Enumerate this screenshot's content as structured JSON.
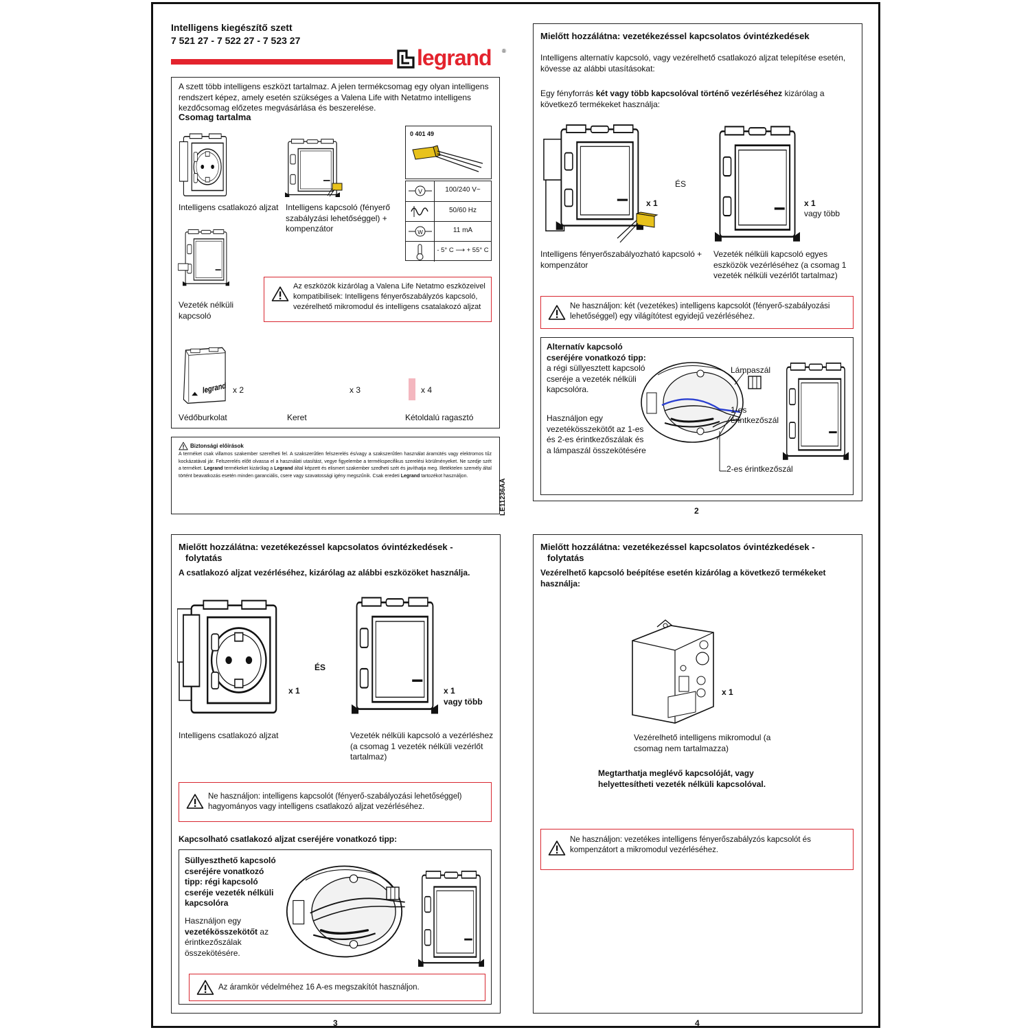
{
  "header": {
    "title": "Intelligens kiegészítő szett",
    "codes": "7 521 27 - 7 522 27 - 7 523 27",
    "brand": "legrand",
    "brand_mark": "®",
    "brand_color": "#e3232d"
  },
  "page1": {
    "intro": "A szett több intelligens eszközt tartalmaz. A jelen termékcsomag egy olyan intelligens rendszert képez, amely esetén szükséges a Valena Life with Netatmo intelligens kezdőcsomag előzetes megvásárlása és beszerelése.",
    "contents_title": "Csomag tartalma",
    "items": {
      "socket": "Intelligens csatlakozó aljzat",
      "switch": "Intelligens kapcsoló (fényerő szabályzási lehetőséggel) + kompenzátor",
      "wireless": "Vezeték nélküli kapcsoló",
      "cover": "Védőburkolat",
      "frame": "Keret",
      "tape": "Kétoldalú ragasztó"
    },
    "qty": {
      "cover": "x 2",
      "frame": "x 3",
      "tape": "x 4"
    },
    "compensator_code": "0 401 49",
    "specs": [
      "100/240 V~",
      "50/60 Hz",
      "11 mA",
      "- 5° C ⟶ + 55° C"
    ],
    "compat_warning": "Az eszközök kizárólag a Valena Life Netatmo eszközeivel kompatibilisek: Intelligens fényerőszabályzós kapcsoló, vezérelhető mikromodul és intelligens csatalakozó aljzat",
    "safety_title": "Biztonsági előírások",
    "safety_p1": "A terméket csak villamos szakember szerelheti fel. A szakszerűtlen felszerelés és/vagy a szakszerűtlen használat áramütés vagy elektromos tűz kockázatával jár. Felszerelés előtt olvassa el a használati utasítást, vegye figyelembe a termékspecifikus szerelési körülményeket. Ne szedje szét a terméket.",
    "safety_b1": "Legrand",
    "safety_p2": "termékeket kizárólag a",
    "safety_b2": "Legrand",
    "safety_p3": "által képzett és elismert szakember szedheti szét és javíthatja meg. Illetéktelen személy által történt beavatkozás esetén minden garanciális, csere vagy szavatossági igény megszűnik. Csak eredeti",
    "safety_b3": "Legrand",
    "safety_p4": "tartozékot használjon.",
    "doc_code": "LE11236AA"
  },
  "page2": {
    "title": "Mielőtt hozzálátna: vezetékezéssel kapcsolatos óvintézkedések",
    "intro": "Intelligens alternatív kapcsoló, vagy vezérelhető csatlakozó aljzat telepítése esetén, kövesse az alábbi utasításokat:",
    "lead_a": "Egy fényforrás",
    "lead_b": "két vagy több kapcsolóval történő vezérléséhez",
    "lead_c": "kizárólag a következő termékeket használja:",
    "and": "ÉS",
    "qty1": "x 1",
    "qty2": "x 1",
    "or_more": "vagy több",
    "cap_left": "Intelligens fényerőszabályozható kapcsoló + kompenzátor",
    "cap_right": "Vezeték nélküli kapcsoló egyes eszközök vezérléséhez (a csomag 1 vezeték nélküli vezérlőt tartalmaz)",
    "warning": "Ne használjon: két (vezetékes) intelligens kapcsolót (fényerő-szabályozási lehetőséggel) egy világítótest egyidejű vezérléséhez.",
    "tip_bold": "Alternatív kapcsoló cseréjére vonatkozó tipp:",
    "tip_text": "a régi süllyesztett kapcsoló cseréje a vezeték nélküli kapcsolóra.",
    "tip2": "Használjon egy vezetékösszekötőt az 1-es és 2-es érintkezőszálak és a lámpaszál összekötésére",
    "label_lamp": "Lámpaszál",
    "label_1a": "1-es",
    "label_1b": "érintkezőszál",
    "label_2": "2-es érintkezőszál",
    "page_no": "2"
  },
  "page3": {
    "title_a": "Mielőtt hozzálátna: vezetékezéssel kapcsolatos óvintézkedések -",
    "title_b": "folytatás",
    "lead": "A csatlakozó aljzat vezérléséhez, kizárólag az alábbi eszközöket használja.",
    "and": "ÉS",
    "qty1": "x 1",
    "qty2": "x 1",
    "or_more": "vagy több",
    "cap_left": "Intelligens csatlakozó aljzat",
    "cap_right": "Vezeték nélküli kapcsoló a vezérléshez (a csomag 1 vezeték nélküli vezérlőt tartalmaz)",
    "warning": "Ne használjon: intelligens kapcsolót (fényerő-szabályozási lehetőséggel) hagyományos vagy intelligens csatlakozó aljzat vezérléséhez.",
    "tip_head": "Kapcsolható csatlakozó aljzat cseréjére vonatkozó tipp:",
    "tip_bold": "Süllyeszthető kapcsoló cseréjére vonatkozó tipp: régi kapcsoló cseréje vezeték nélküli kapcsolóra",
    "tip_a": "Használjon egy",
    "tip_b": "vezetékösszekötőt",
    "tip_c": "az érintkezőszálak összekötésére.",
    "warning2": "Az áramkör védelméhez 16 A-es megszakítót használjon.",
    "page_no": "3"
  },
  "page4": {
    "title_a": "Mielőtt hozzálátna: vezetékezéssel kapcsolatos óvintézkedések -",
    "title_b": "folytatás",
    "lead": "Vezérelhető kapcsoló beépítése esetén kizárólag a következő termékeket használja:",
    "qty": "x 1",
    "cap": "Vezérelhető intelligens mikromodul (a csomag nem tartalmazza)",
    "note": "Megtarthatja meglévő kapcsolóját, vagy helyettesítheti vezeték nélküli kapcsolóval.",
    "warning": "Ne használjon: vezetékes intelligens fényerőszabályzós kapcsolót és kompenzátort a mikromodul vezérléséhez.",
    "page_no": "4"
  },
  "colors": {
    "warning": "#d8262f",
    "compensator": "#e8c21c",
    "wire_blue": "#2a3fd0",
    "tape": "#f4b7bf"
  }
}
